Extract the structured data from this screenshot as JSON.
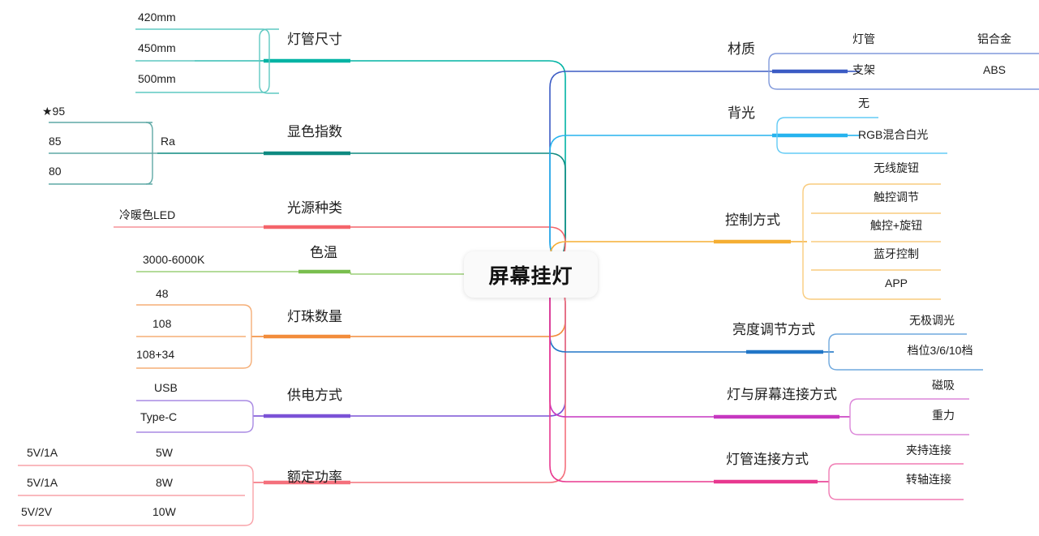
{
  "root": {
    "label": "屏幕挂灯"
  },
  "colors": {
    "tube_size": "#00B3A4",
    "cri": "#0E8A81",
    "light_source": "#F4646A",
    "color_temp": "#79BE4E",
    "bead_count": "#F28C3B",
    "power_supply": "#7B52D6",
    "rated_power": "#F4707C",
    "material": "#3B5BC4",
    "backlight": "#26B3EE",
    "control": "#F5AE33",
    "brightness": "#2176C7",
    "lamp_screen_conn": "#C637C0",
    "tube_conn": "#E8388F"
  },
  "left_branches": [
    {
      "id": "tube-size",
      "label": "灯管尺寸",
      "children": [
        {
          "label": "420mm"
        },
        {
          "label": "450mm"
        },
        {
          "label": "500mm"
        }
      ]
    },
    {
      "id": "cri",
      "label": "显色指数",
      "children": [
        {
          "label": "Ra",
          "children": [
            {
              "label": "★95"
            },
            {
              "label": "85"
            },
            {
              "label": "80"
            }
          ]
        }
      ]
    },
    {
      "id": "light-source",
      "label": "光源种类",
      "children": [
        {
          "label": "冷暖色LED"
        }
      ]
    },
    {
      "id": "color-temp",
      "label": "色温",
      "children": [
        {
          "label": "3000-6000K"
        }
      ]
    },
    {
      "id": "bead-count",
      "label": "灯珠数量",
      "children": [
        {
          "label": "48"
        },
        {
          "label": "108"
        },
        {
          "label": "108+34"
        }
      ]
    },
    {
      "id": "power-supply",
      "label": "供电方式",
      "children": [
        {
          "label": "USB"
        },
        {
          "label": "Type-C"
        }
      ]
    },
    {
      "id": "rated-power",
      "label": "额定功率",
      "children": [
        {
          "label": "5W",
          "children": [
            {
              "label": "5V/1A"
            }
          ]
        },
        {
          "label": "8W",
          "children": [
            {
              "label": "5V/1A"
            }
          ]
        },
        {
          "label": "10W",
          "children": [
            {
              "label": "5V/2V"
            }
          ]
        }
      ]
    }
  ],
  "right_branches": [
    {
      "id": "material",
      "label": "材质",
      "children": [
        {
          "label": "灯管",
          "children": [
            {
              "label": "铝合金"
            }
          ]
        },
        {
          "label": "支架",
          "children": [
            {
              "label": "ABS"
            }
          ]
        }
      ]
    },
    {
      "id": "backlight",
      "label": "背光",
      "children": [
        {
          "label": "无"
        },
        {
          "label": "RGB混合白光"
        }
      ]
    },
    {
      "id": "control",
      "label": "控制方式",
      "children": [
        {
          "label": "无线旋钮"
        },
        {
          "label": "触控调节"
        },
        {
          "label": "触控+旋钮"
        },
        {
          "label": "蓝牙控制"
        },
        {
          "label": "APP"
        }
      ]
    },
    {
      "id": "brightness",
      "label": "亮度调节方式",
      "children": [
        {
          "label": "无极调光"
        },
        {
          "label": "档位3/6/10档"
        }
      ]
    },
    {
      "id": "lamp-screen-conn",
      "label": "灯与屏幕连接方式",
      "children": [
        {
          "label": "磁吸"
        },
        {
          "label": "重力"
        }
      ]
    },
    {
      "id": "tube-conn",
      "label": "灯管连接方式",
      "children": [
        {
          "label": "夹持连接"
        },
        {
          "label": "转轴连接"
        }
      ]
    }
  ]
}
